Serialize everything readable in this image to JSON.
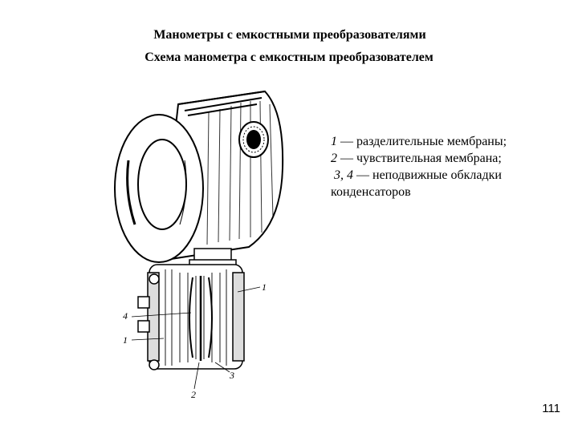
{
  "header": {
    "title": "Манометры с емкостными преобразователями",
    "subtitle": "Схема манометра с емкостным преобразователем"
  },
  "legend": [
    {
      "num": "1",
      "text": "— разделительные мембраны;"
    },
    {
      "num": "2",
      "text": "— чувствительная мембрана;"
    },
    {
      "num": "3, 4",
      "text": "— неподвижные обкладки"
    },
    {
      "num": "",
      "text": "конденсаторов"
    }
  ],
  "figure": {
    "callouts": {
      "c1_right": "1",
      "c4": "4",
      "c1_left": "1",
      "c2": "2",
      "c3": "3"
    }
  },
  "footer": {
    "page_number": "111"
  }
}
